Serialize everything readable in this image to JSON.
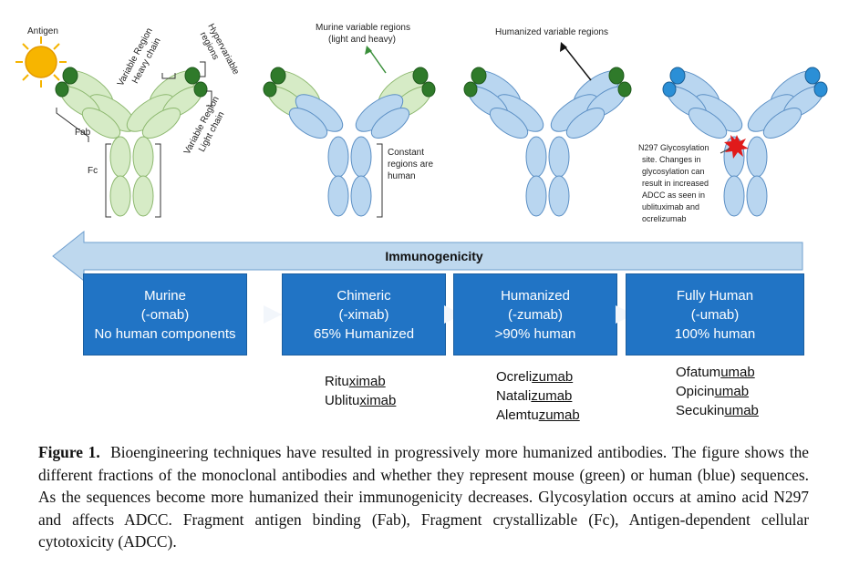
{
  "labels": {
    "antigen": "Antigen",
    "variable_heavy_1": "Variable Region",
    "variable_heavy_2": "Heavy chain",
    "hypervariable_1": "Hypervariable",
    "hypervariable_2": "regions",
    "variable_light_1": "Variable Region",
    "variable_light_2": "Light chain",
    "fab": "Fab",
    "fc": "Fc",
    "murine_variable_1": "Murine variable regions",
    "murine_variable_2": "(light and heavy)",
    "constant_1": "Constant",
    "constant_2": "regions are",
    "constant_3": "human",
    "humanized_variable": "Humanized variable regions",
    "glyco_1": "N297 Glycosylation",
    "glyco_2": "site. Changes in",
    "glyco_3": "glycosylation can",
    "glyco_4": "result in increased",
    "glyco_5": "ADCC as seen in",
    "glyco_6": "ublituximab and",
    "glyco_7": "ocrelizumab"
  },
  "immunogenicity": "Immunogenicity",
  "stages": [
    {
      "line1": "Murine",
      "line2": "(-omab)",
      "line3": "No human components"
    },
    {
      "line1": "Chimeric",
      "line2": "(-ximab)",
      "line3": "65% Humanized"
    },
    {
      "line1": "Humanized",
      "line2": "(-zumab)",
      "line3": ">90% human"
    },
    {
      "line1": "Fully Human",
      "line2": "(-umab)",
      "line3": "100% human"
    }
  ],
  "examples": {
    "chimeric": [
      {
        "stem": "Ritu",
        "suffix": "ximab"
      },
      {
        "stem": "Ublitu",
        "suffix": "ximab"
      }
    ],
    "humanized": [
      {
        "stem": "Ocreli",
        "suffix": "zumab"
      },
      {
        "stem": "Natali",
        "suffix": "zumab"
      },
      {
        "stem": "Alemtu",
        "suffix": "zumab"
      }
    ],
    "fully_human": [
      {
        "stem": "Ofatum",
        "suffix": "umab"
      },
      {
        "stem": "Opicin",
        "suffix": "umab"
      },
      {
        "stem": "Secukin",
        "suffix": "umab"
      }
    ]
  },
  "caption": {
    "label": "Figure 1.",
    "text": "Bioengineering techniques have resulted in progressively more humanized antibodies. The figure shows the different fractions of the monoclonal antibodies and whether they represent mouse (green) or human (blue) sequences. As the sequences become more humanized their immunogenicity decreases. Glycosylation occurs at amino acid N297 and affects ADCC. Fragment antigen binding (Fab), Fragment crystallizable (Fc), Antigen-dependent cellular cytotoxicity (ADCC)."
  },
  "colors": {
    "murine_fill": "#d6ebc6",
    "murine_stroke": "#8db86f",
    "human_fill": "#b9d6f0",
    "human_stroke": "#5b8fc4",
    "tip_green": "#2f7a2a",
    "tip_blue": "#2b8fd6",
    "box_blue": "#2174c5",
    "arrow_band": "#bed8ee",
    "glyco_star": "#e01a1a",
    "sun": "#f5b400"
  }
}
